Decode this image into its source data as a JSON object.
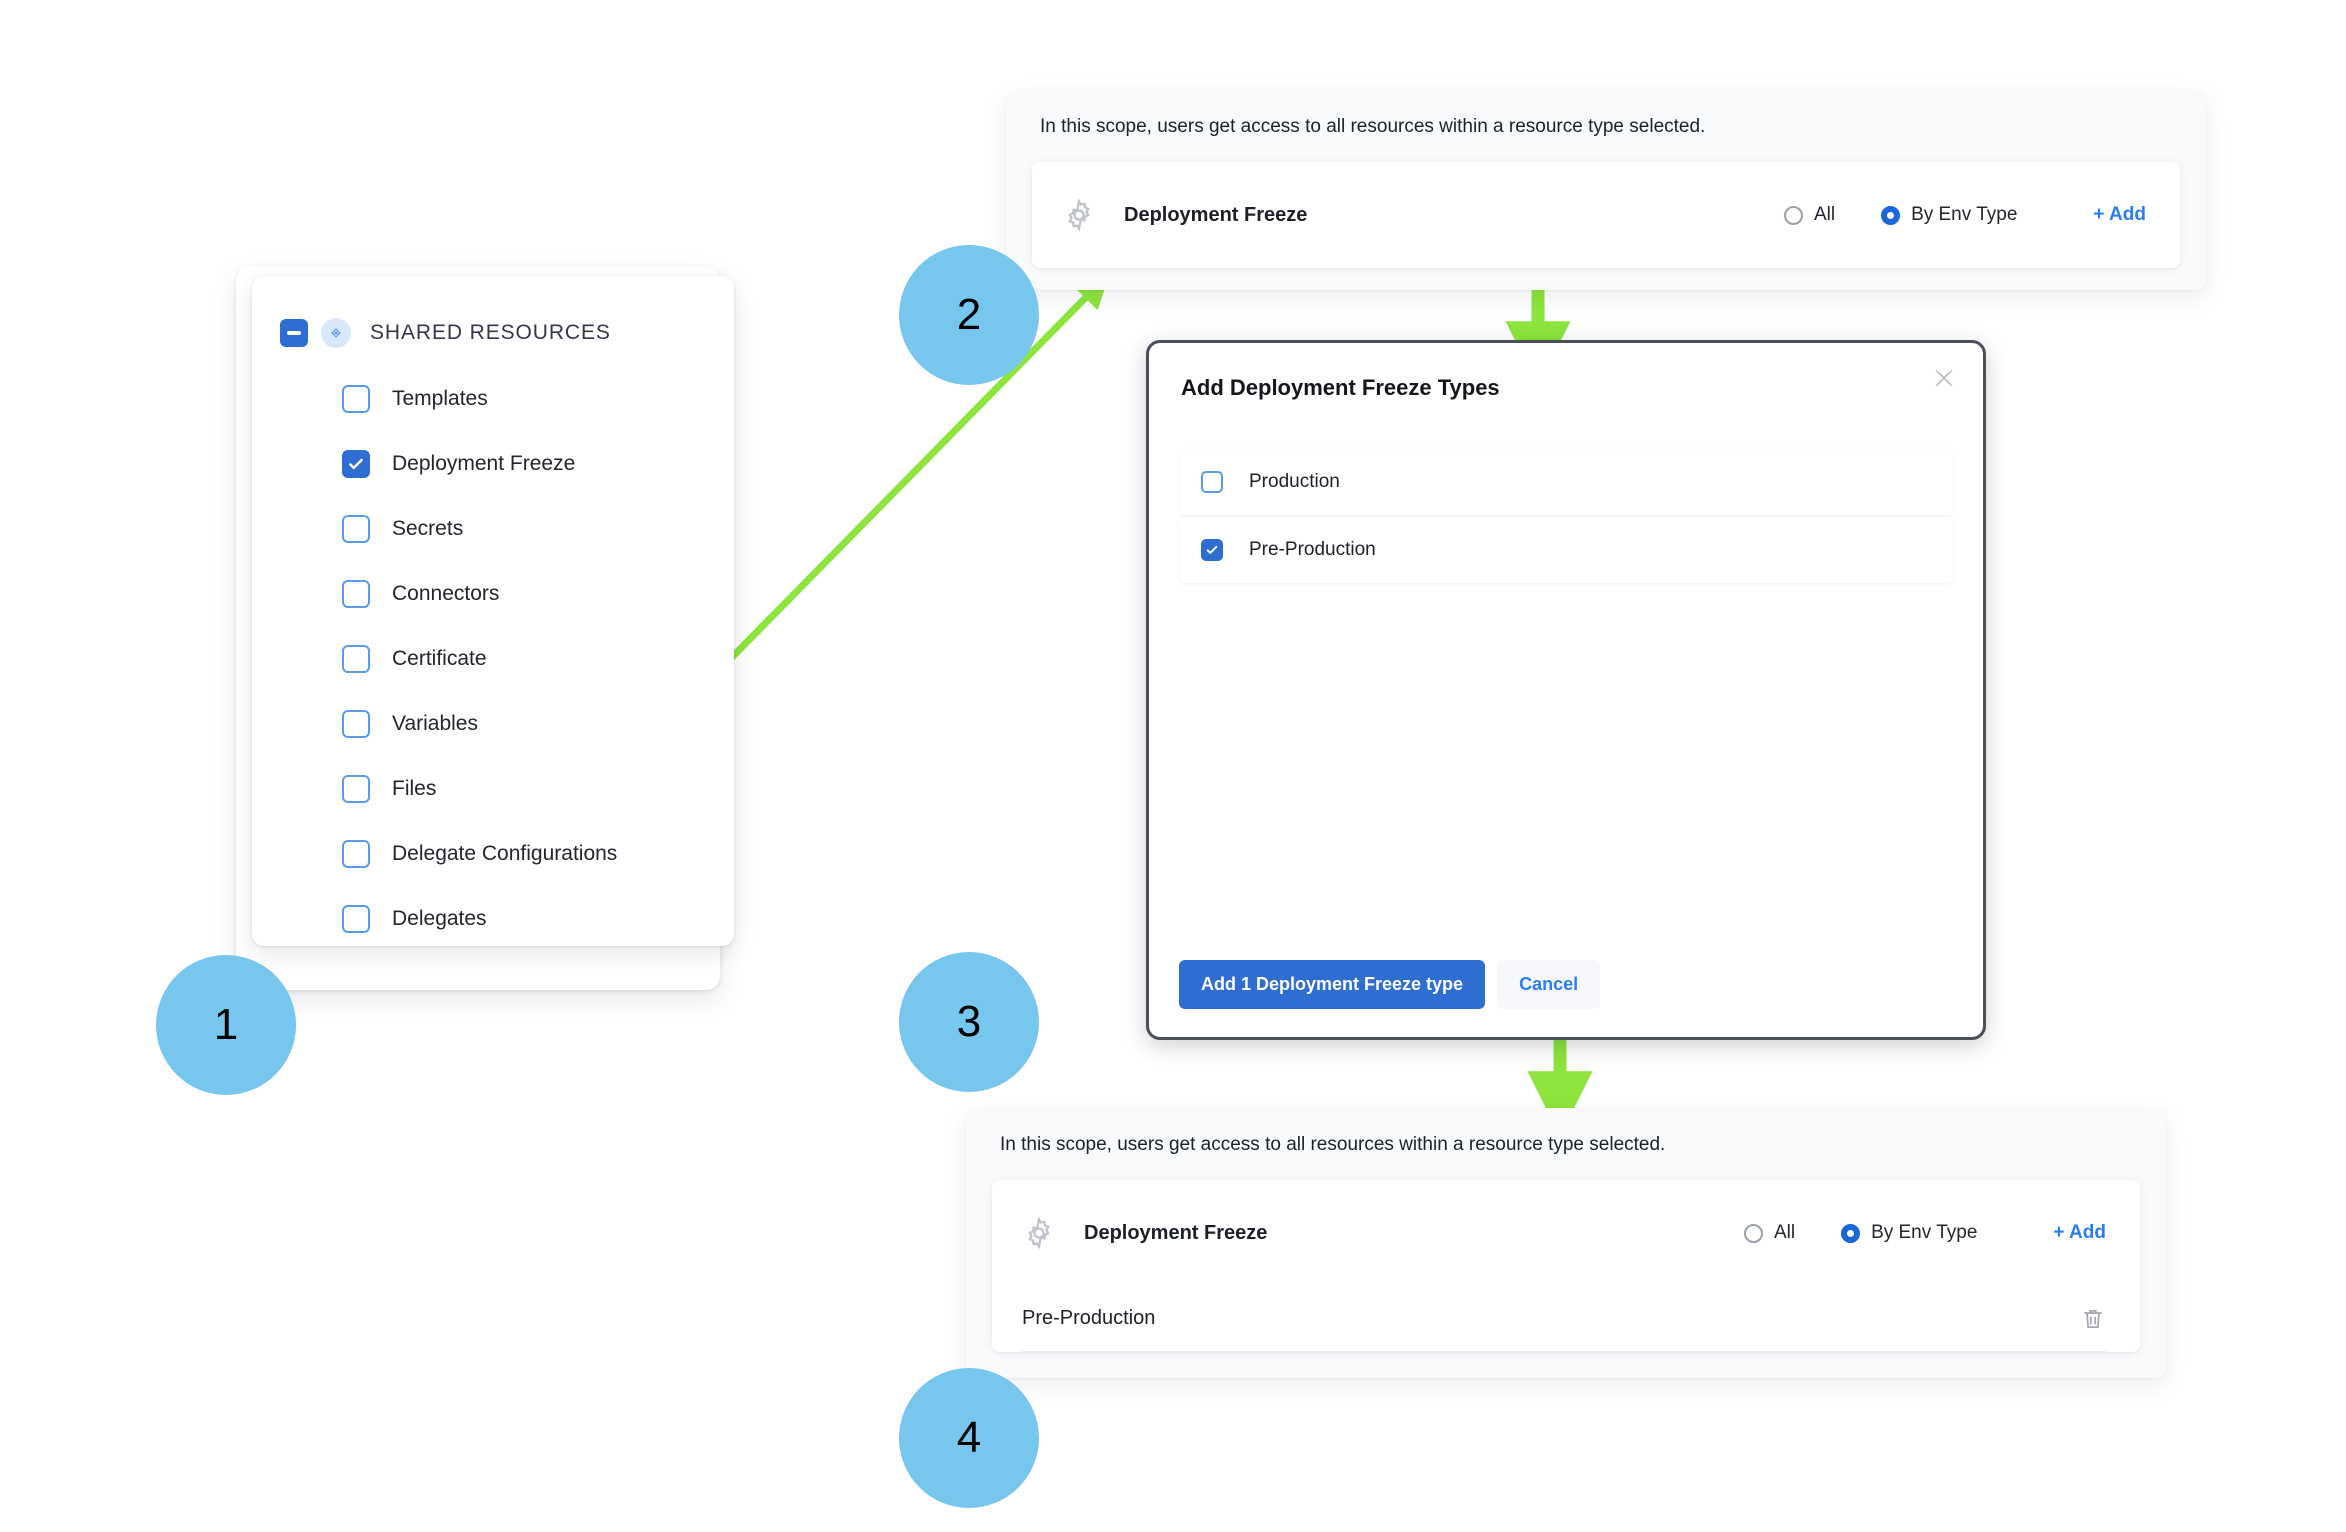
{
  "colors": {
    "accent_blue": "#2E6ED2",
    "link_blue": "#2A7DF4",
    "badge_blue": "#76C6EE",
    "arrow_green": "#8CE43C",
    "checkbox_border": "#5B9BEC"
  },
  "shared_resources": {
    "title": "SHARED RESOURCES",
    "collapse_icon": "minus-icon",
    "group_icon": "resource-group-icon",
    "items": [
      {
        "label": "Templates",
        "checked": false
      },
      {
        "label": "Deployment Freeze",
        "checked": true
      },
      {
        "label": "Secrets",
        "checked": false
      },
      {
        "label": "Connectors",
        "checked": false
      },
      {
        "label": "Certificate",
        "checked": false
      },
      {
        "label": "Variables",
        "checked": false
      },
      {
        "label": "Files",
        "checked": false
      },
      {
        "label": "Delegate Configurations",
        "checked": false
      },
      {
        "label": "Delegates",
        "checked": false
      }
    ]
  },
  "scope_top": {
    "note": "In this scope, users get access to all resources within a resource type selected.",
    "resource_icon": "gear-icon",
    "resource_title": "Deployment Freeze",
    "options": [
      {
        "label": "All",
        "selected": false
      },
      {
        "label": "By Env Type",
        "selected": true
      }
    ],
    "add_label": "+ Add"
  },
  "modal": {
    "title": "Add Deployment Freeze Types",
    "close_icon": "close-icon",
    "options": [
      {
        "label": "Production",
        "checked": false
      },
      {
        "label": "Pre-Production",
        "checked": true
      }
    ],
    "primary_button": "Add 1 Deployment Freeze type",
    "secondary_button": "Cancel"
  },
  "scope_bottom": {
    "note": "In this scope, users get access to all resources within a resource type selected.",
    "resource_icon": "gear-icon",
    "resource_title": "Deployment Freeze",
    "options": [
      {
        "label": "All",
        "selected": false
      },
      {
        "label": "By Env Type",
        "selected": true
      }
    ],
    "add_label": "+ Add",
    "selected_rows": [
      {
        "label": "Pre-Production",
        "delete_icon": "trash-icon"
      }
    ]
  },
  "steps": [
    {
      "number": "1"
    },
    {
      "number": "2"
    },
    {
      "number": "3"
    },
    {
      "number": "4"
    }
  ]
}
